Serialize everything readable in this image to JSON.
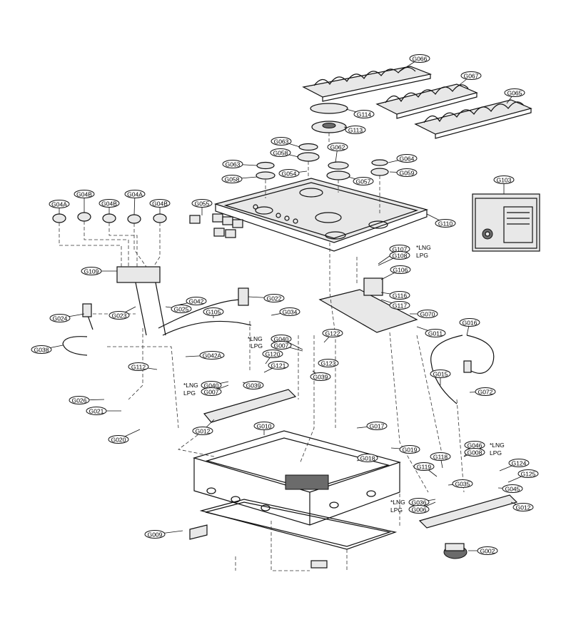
{
  "callouts": [
    {
      "id": "G066",
      "label": "G066"
    },
    {
      "id": "G067",
      "label": "G067"
    },
    {
      "id": "G065",
      "label": "G065"
    },
    {
      "id": "G114",
      "label": "G114"
    },
    {
      "id": "G113",
      "label": "G113"
    },
    {
      "id": "G063a",
      "label": "G063"
    },
    {
      "id": "G058a",
      "label": "G058"
    },
    {
      "id": "G062",
      "label": "G062"
    },
    {
      "id": "G063b",
      "label": "G063"
    },
    {
      "id": "G064",
      "label": "G064"
    },
    {
      "id": "G054",
      "label": "G054"
    },
    {
      "id": "G058b",
      "label": "G058"
    },
    {
      "id": "G057",
      "label": "G057"
    },
    {
      "id": "G059",
      "label": "G059"
    },
    {
      "id": "G103",
      "label": "G103"
    },
    {
      "id": "G04A1",
      "label": "G04A"
    },
    {
      "id": "G04B1",
      "label": "G04B"
    },
    {
      "id": "G04B2",
      "label": "G04B"
    },
    {
      "id": "G04A2",
      "label": "G04A"
    },
    {
      "id": "G04B3",
      "label": "G04B"
    },
    {
      "id": "G055",
      "label": "G055"
    },
    {
      "id": "G110",
      "label": "G110"
    },
    {
      "id": "G107",
      "label": "G107"
    },
    {
      "id": "G108",
      "label": "G108"
    },
    {
      "id": "G106",
      "label": "G106"
    },
    {
      "id": "G109",
      "label": "G109"
    },
    {
      "id": "G042",
      "label": "G042"
    },
    {
      "id": "G022",
      "label": "G022"
    },
    {
      "id": "G116",
      "label": "G116"
    },
    {
      "id": "G117",
      "label": "G117"
    },
    {
      "id": "G025",
      "label": "G025"
    },
    {
      "id": "G105",
      "label": "G105"
    },
    {
      "id": "G034",
      "label": "G034"
    },
    {
      "id": "G070",
      "label": "G070"
    },
    {
      "id": "G024",
      "label": "G024"
    },
    {
      "id": "G023",
      "label": "G023"
    },
    {
      "id": "G016",
      "label": "G016"
    },
    {
      "id": "G011",
      "label": "G011"
    },
    {
      "id": "G122",
      "label": "G122"
    },
    {
      "id": "G040a",
      "label": "G040"
    },
    {
      "id": "G007a",
      "label": "G007"
    },
    {
      "id": "G038",
      "label": "G038"
    },
    {
      "id": "G120",
      "label": "G120"
    },
    {
      "id": "G042A",
      "label": "G042A"
    },
    {
      "id": "G123",
      "label": "G123"
    },
    {
      "id": "G121",
      "label": "G121"
    },
    {
      "id": "G112",
      "label": "G112"
    },
    {
      "id": "G015",
      "label": "G015"
    },
    {
      "id": "G039a",
      "label": "G039"
    },
    {
      "id": "G040b",
      "label": "G040"
    },
    {
      "id": "G007b",
      "label": "G007"
    },
    {
      "id": "G039b",
      "label": "G039"
    },
    {
      "id": "G072",
      "label": "G072"
    },
    {
      "id": "G026",
      "label": "G026"
    },
    {
      "id": "G021",
      "label": "G021"
    },
    {
      "id": "G010",
      "label": "G010"
    },
    {
      "id": "G017",
      "label": "G017"
    },
    {
      "id": "G012a",
      "label": "G012"
    },
    {
      "id": "G020",
      "label": "G020"
    },
    {
      "id": "G019",
      "label": "G019"
    },
    {
      "id": "G018",
      "label": "G018"
    },
    {
      "id": "G046",
      "label": "G046"
    },
    {
      "id": "G008",
      "label": "G008"
    },
    {
      "id": "G118",
      "label": "G118"
    },
    {
      "id": "G119",
      "label": "G119"
    },
    {
      "id": "G124",
      "label": "G124"
    },
    {
      "id": "G125",
      "label": "G125"
    },
    {
      "id": "G035",
      "label": "G035"
    },
    {
      "id": "G045",
      "label": "G045"
    },
    {
      "id": "G036",
      "label": "G036"
    },
    {
      "id": "G006",
      "label": "G006"
    },
    {
      "id": "G012b",
      "label": "G012"
    },
    {
      "id": "G009",
      "label": "G009"
    },
    {
      "id": "G002",
      "label": "G002"
    }
  ],
  "notes": [
    {
      "id": "lng-g107",
      "label": "*LNG"
    },
    {
      "id": "lpg-g108",
      "label": "LPG"
    },
    {
      "id": "lng-g040a",
      "label": "*LNG"
    },
    {
      "id": "lpg-g007a",
      "label": "LPG"
    },
    {
      "id": "lng-g040b",
      "label": "*LNG"
    },
    {
      "id": "lpg-g007b",
      "label": "LPG"
    },
    {
      "id": "lng-g046",
      "label": "*LNG"
    },
    {
      "id": "lpg-g008",
      "label": "LPG"
    },
    {
      "id": "lng-g036",
      "label": "*LNG"
    },
    {
      "id": "lpg-g006",
      "label": "LPG"
    }
  ],
  "colors": {
    "ink": "#111111",
    "paper": "#ffffff",
    "fill": "#e8e8e8"
  }
}
